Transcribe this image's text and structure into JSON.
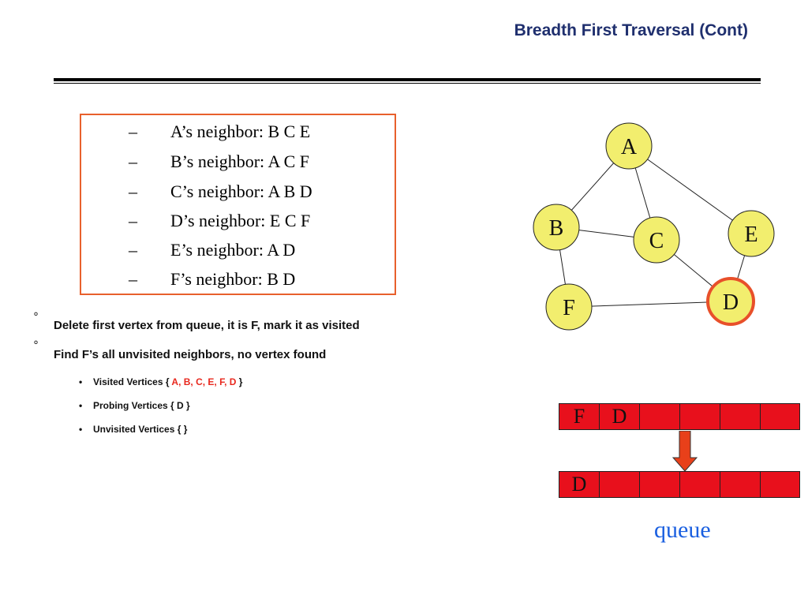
{
  "slide": {
    "title": "Breadth First Traversal (Cont)"
  },
  "neighbors": [
    {
      "dash": "–",
      "text": "A’s neighbor: B C E"
    },
    {
      "dash": "–",
      "text": "B’s neighbor: A C F"
    },
    {
      "dash": "–",
      "text": "C’s neighbor: A B D"
    },
    {
      "dash": "–",
      "text": "D’s neighbor: E C F"
    },
    {
      "dash": "–",
      "text": "E’s neighbor: A D"
    },
    {
      "dash": "–",
      "text": "F’s neighbor: B D"
    }
  ],
  "bullets": [
    {
      "marker": "°",
      "text": "Delete first vertex from queue, it is F, mark it as visited"
    },
    {
      "marker": "°",
      "text": "Find F’s all unvisited neighbors, no vertex found"
    }
  ],
  "status": {
    "marker": "•",
    "visited_prefix": "Visited Vertices  {",
    "visited_list": "A, B, C, E, F, D",
    "visited_suffix": "}",
    "probing": "Probing Vertices { D }",
    "unvisited": "Unvisited Vertices { }"
  },
  "graph": {
    "nodes": [
      {
        "id": "A",
        "label": "A",
        "highlight": false
      },
      {
        "id": "B",
        "label": "B",
        "highlight": false
      },
      {
        "id": "C",
        "label": "C",
        "highlight": false
      },
      {
        "id": "E",
        "label": "E",
        "highlight": false
      },
      {
        "id": "D",
        "label": "D",
        "highlight": true
      },
      {
        "id": "F",
        "label": "F",
        "highlight": false
      }
    ],
    "edges": [
      [
        "A",
        "B"
      ],
      [
        "A",
        "C"
      ],
      [
        "A",
        "E"
      ],
      [
        "B",
        "C"
      ],
      [
        "B",
        "F"
      ],
      [
        "C",
        "D"
      ],
      [
        "E",
        "D"
      ],
      [
        "F",
        "D"
      ]
    ],
    "node_fill": "#f2ee6e",
    "highlight_stroke": "#e8502a"
  },
  "queue": {
    "before": [
      "F",
      "D",
      "",
      "",
      "",
      ""
    ],
    "after": [
      "D",
      "",
      "",
      "",
      "",
      ""
    ],
    "cell_color": "#e8101c",
    "arrow_color": "#e8401a",
    "label": "queue"
  }
}
